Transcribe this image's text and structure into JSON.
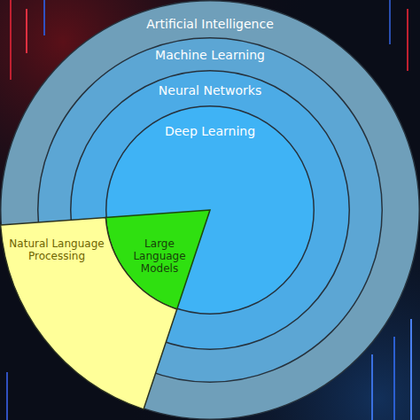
{
  "diagram": {
    "nodes": [
      {
        "text": [
          "Artificial Intelligence"
        ]
      },
      {
        "text": [
          "Machine Learning"
        ],
        "in": 0
      },
      {
        "text": [
          "Neural Networks"
        ],
        "in": 1
      },
      {
        "text": [
          "Deep Learning"
        ],
        "in": 2
      },
      {
        "text": [
          "Natural Language Processing"
        ],
        "in": 0
      },
      {
        "text": [
          "Large Language Models"
        ],
        "in": 3
      }
    ]
  }
}
